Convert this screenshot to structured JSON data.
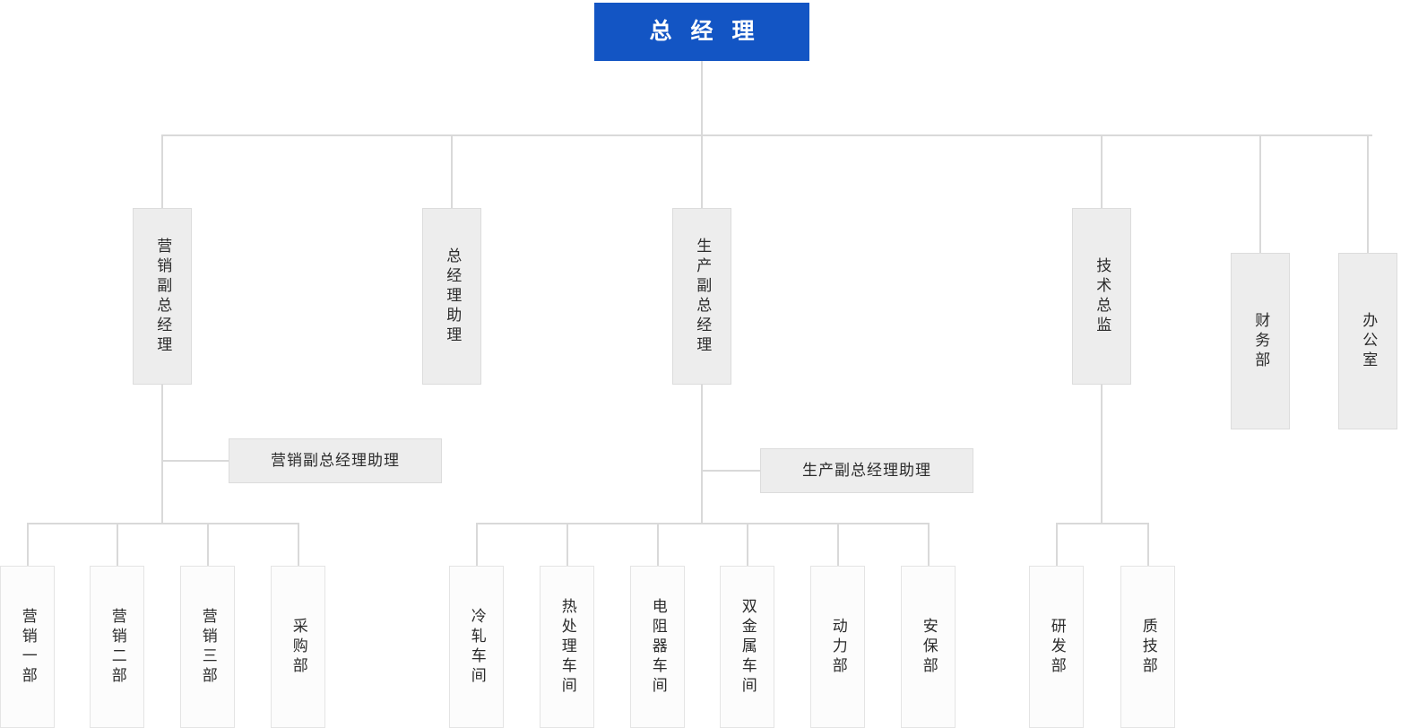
{
  "chart_title": "",
  "colors": {
    "root_fill": "#1355c4",
    "root_text": "#ffffff",
    "box_fill": "#ededed",
    "leaf_fill": "#fcfcfc",
    "border": "#dcdcdc",
    "line": "#d9d9d9",
    "text": "#2b2b2b"
  },
  "root": {
    "label": "总 经 理"
  },
  "level2": [
    {
      "label": "营销副总经理"
    },
    {
      "label": "总经理助理"
    },
    {
      "label": "生产副总经理"
    },
    {
      "label": "技术总监"
    },
    {
      "label": "财务部"
    },
    {
      "label": "办公室"
    }
  ],
  "assistants": [
    {
      "label": "营销副总经理助理"
    },
    {
      "label": "生产副总经理助理"
    }
  ],
  "marketing_children": [
    {
      "label": "营销一部"
    },
    {
      "label": "营销二部"
    },
    {
      "label": "营销三部"
    },
    {
      "label": "采购部"
    }
  ],
  "production_children": [
    {
      "label": "冷轧车间"
    },
    {
      "label": "热处理车间"
    },
    {
      "label": "电阻器车间"
    },
    {
      "label": "双金属车间"
    },
    {
      "label": "动力部"
    },
    {
      "label": "安保部"
    }
  ],
  "tech_children": [
    {
      "label": "研发部"
    },
    {
      "label": "质技部"
    }
  ]
}
